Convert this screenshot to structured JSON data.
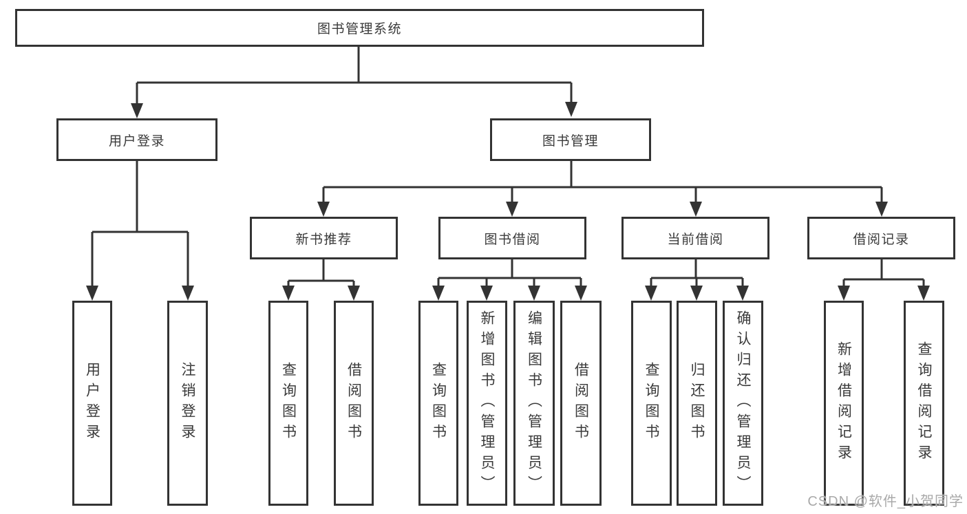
{
  "diagram": {
    "root": {
      "label": "图书管理系统"
    },
    "branches": [
      {
        "label": "用户登录",
        "children": [
          {
            "label": "用户登录"
          },
          {
            "label": "注销登录"
          }
        ]
      },
      {
        "label": "图书管理",
        "children": [
          {
            "label": "新书推荐",
            "children": [
              {
                "label": "查询图书"
              },
              {
                "label": "借阅图书"
              }
            ]
          },
          {
            "label": "图书借阅",
            "children": [
              {
                "label": "查询图书"
              },
              {
                "label": "新增图书（管理员）"
              },
              {
                "label": "编辑图书（管理员）"
              },
              {
                "label": "借阅图书"
              }
            ]
          },
          {
            "label": "当前借阅",
            "children": [
              {
                "label": "查询图书"
              },
              {
                "label": "归还图书"
              },
              {
                "label": "确认归还（管理员）"
              }
            ]
          },
          {
            "label": "借阅记录",
            "children": [
              {
                "label": "新增借阅记录"
              },
              {
                "label": "查询借阅记录"
              }
            ]
          }
        ]
      }
    ]
  },
  "watermark": {
    "text": "CSDN @软件_小贺同学"
  },
  "colors": {
    "line": "#333333",
    "text": "#3a3a3a",
    "watermark": "#a9a9a9",
    "background": "#ffffff"
  }
}
